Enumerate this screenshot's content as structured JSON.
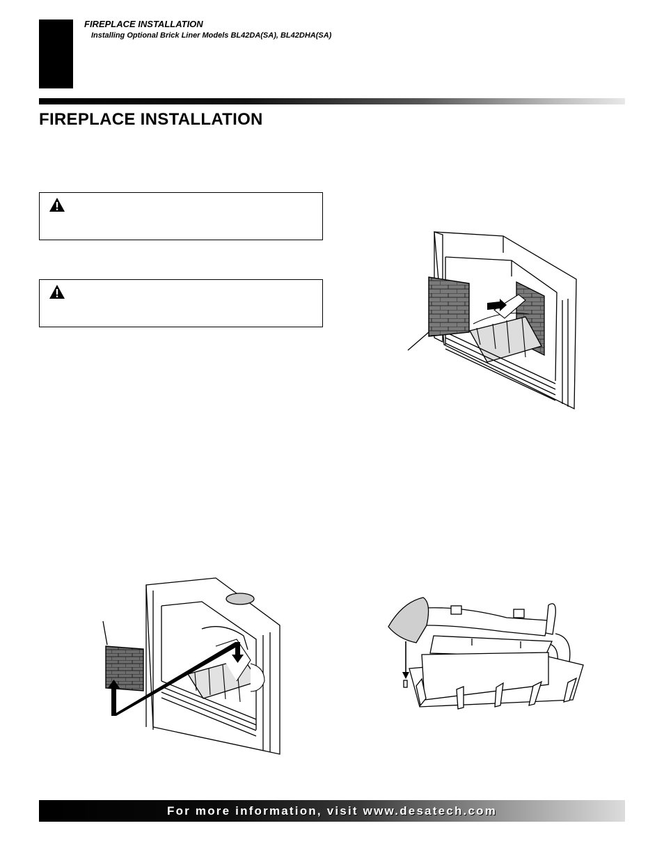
{
  "header": {
    "section": "FIREPLACE INSTALLATION",
    "subsection": "Installing Optional Brick Liner Models BL42DA(SA), BL42DHA(SA)"
  },
  "page_title": "FIREPLACE INSTALLATION",
  "icons": {
    "warning": "warning-triangle-icon",
    "arrow": "arrow-icon"
  },
  "footer": {
    "text": "For more information, visit www.desatech.com"
  }
}
